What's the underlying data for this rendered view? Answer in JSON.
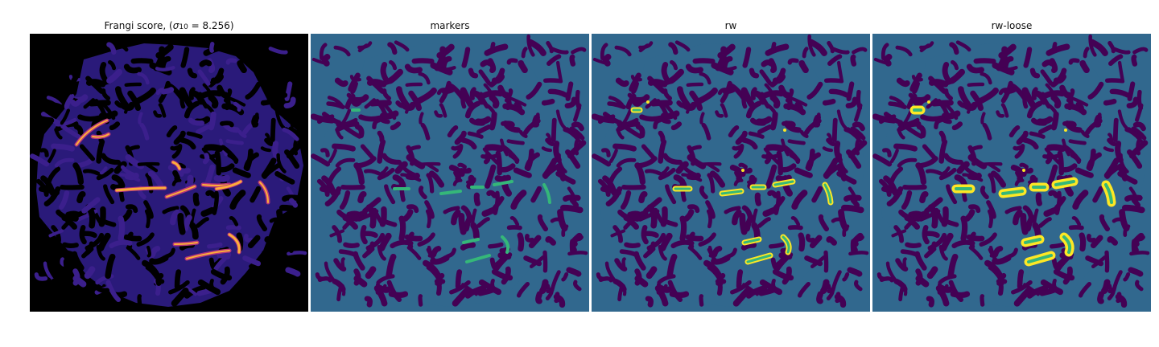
{
  "figure": {
    "panels": [
      {
        "id": "frangi",
        "title_prefix": "Frangi score, (",
        "title_symbol": "σ",
        "title_subscript": "10",
        "title_suffix": " = 8.256)"
      },
      {
        "id": "markers",
        "title": "markers"
      },
      {
        "id": "rw",
        "title": "rw"
      },
      {
        "id": "rw-loose",
        "title": "rw-loose"
      }
    ],
    "colors": {
      "black": "#000000",
      "teal": "#31688e",
      "purple": "#440154",
      "green": "#35b779",
      "yellow": "#fde725",
      "magma_dark": "#2a1a7a",
      "magma_mid": "#b5367a",
      "magma_bright": "#fcae3a"
    }
  }
}
